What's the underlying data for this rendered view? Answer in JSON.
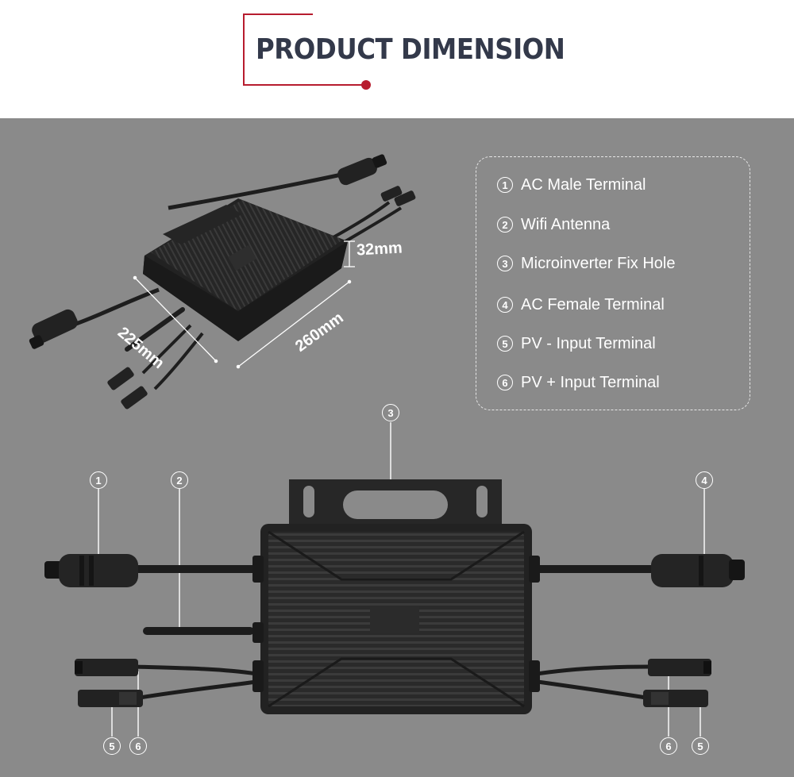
{
  "header": {
    "title": "PRODUCT DIMENSION"
  },
  "legend": {
    "items": [
      {
        "number": "1",
        "label": "AC Male Terminal"
      },
      {
        "number": "2",
        "label": "Wifi Antenna"
      },
      {
        "number": "3",
        "label": "Microinverter Fix Hole"
      },
      {
        "number": "4",
        "label": "AC Female Terminal"
      },
      {
        "number": "5",
        "label": "PV - Input Terminal"
      },
      {
        "number": "6",
        "label": "PV + Input Terminal"
      }
    ]
  },
  "dimensions": {
    "height": "32mm",
    "width": "225mm",
    "length": "260mm"
  },
  "callouts": {
    "c1": "1",
    "c2": "2",
    "c3": "3",
    "c4": "4",
    "c5": "5",
    "c6": "6"
  },
  "colors": {
    "accent": "#b71c2e",
    "background": "#8a8a8a",
    "title": "#33394a",
    "device": "#2b2b2b"
  }
}
